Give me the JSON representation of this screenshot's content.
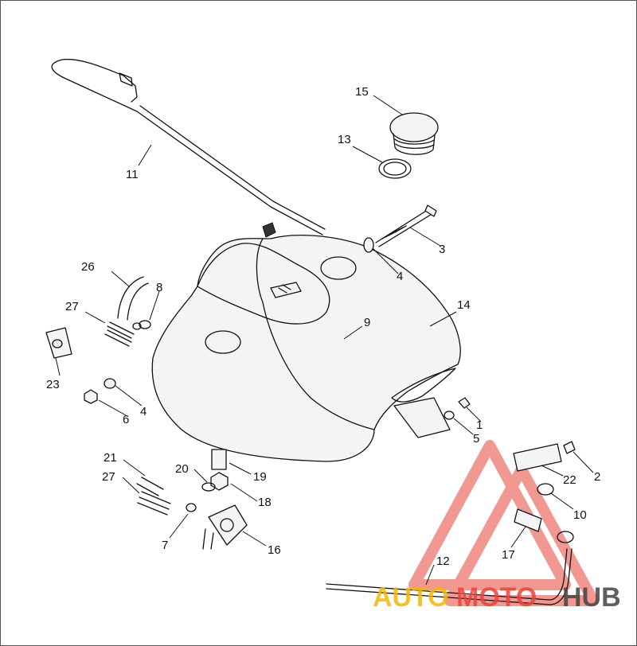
{
  "callouts": [
    {
      "id": "c1",
      "text": "1"
    },
    {
      "id": "c2",
      "text": "2"
    },
    {
      "id": "c3",
      "text": "3"
    },
    {
      "id": "c4a",
      "text": "4"
    },
    {
      "id": "c4b",
      "text": "4"
    },
    {
      "id": "c5",
      "text": "5"
    },
    {
      "id": "c6",
      "text": "6"
    },
    {
      "id": "c7",
      "text": "7"
    },
    {
      "id": "c8",
      "text": "8"
    },
    {
      "id": "c9",
      "text": "9"
    },
    {
      "id": "c10",
      "text": "10"
    },
    {
      "id": "c11",
      "text": "11"
    },
    {
      "id": "c12",
      "text": "12"
    },
    {
      "id": "c13",
      "text": "13"
    },
    {
      "id": "c14",
      "text": "14"
    },
    {
      "id": "c15",
      "text": "15"
    },
    {
      "id": "c16",
      "text": "16"
    },
    {
      "id": "c17",
      "text": "17"
    },
    {
      "id": "c18",
      "text": "18"
    },
    {
      "id": "c19",
      "text": "19"
    },
    {
      "id": "c20",
      "text": "20"
    },
    {
      "id": "c21",
      "text": "21"
    },
    {
      "id": "c22",
      "text": "22"
    },
    {
      "id": "c23",
      "text": "23"
    },
    {
      "id": "c26",
      "text": "26"
    },
    {
      "id": "c27a",
      "text": "27"
    },
    {
      "id": "c27b",
      "text": "27"
    }
  ],
  "watermark": {
    "part1": "AUTO",
    "part2": "MOTO",
    "part3": "HUB",
    "color_primary": "#f2b705",
    "color_accent": "#e8453c",
    "color_dark": "#444444"
  }
}
